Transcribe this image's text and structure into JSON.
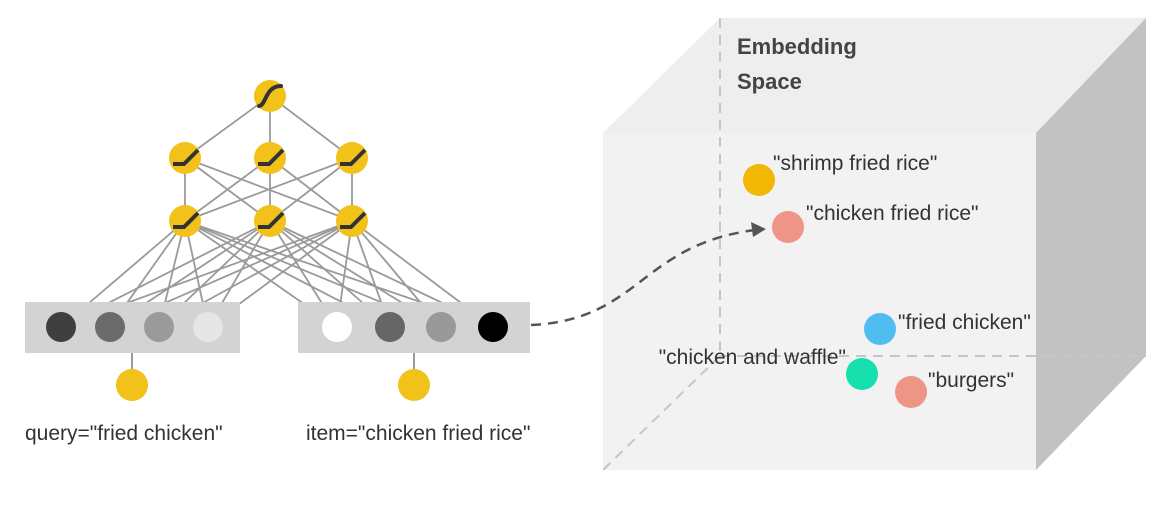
{
  "title": "Embedding\nSpace",
  "inputs": {
    "query_label": "query=\"fried chicken\"",
    "item_label": "item=\"chicken fried rice\""
  },
  "input_vectors": {
    "query": [
      "#3f3f3f",
      "#6b6b6b",
      "#9a9a9a",
      "#e6e6e6"
    ],
    "item": [
      "#ffffff",
      "#666666",
      "#999999",
      "#000000"
    ]
  },
  "network": {
    "output_activation": "sigmoid",
    "hidden_activation": "relu",
    "hidden_layers": [
      3,
      3
    ],
    "outputs": 1
  },
  "embedding_points": [
    {
      "label": "\"shrimp fried rice\"",
      "color": "#f2b705"
    },
    {
      "label": "\"chicken fried rice\"",
      "color": "#ee9588"
    },
    {
      "label": "\"fried chicken\"",
      "color": "#4fbdf2"
    },
    {
      "label": "\"chicken and waffle\"",
      "color": "#16e0ad"
    },
    {
      "label": "\"burgers\"",
      "color": "#ee9588"
    }
  ],
  "colors": {
    "node_fill": "#f2c21b",
    "activation_stroke": "#333333",
    "edge": "#9a9a9a",
    "vector_bg": "#d3d3d3",
    "cube_front": "#f2f2f2",
    "cube_top": "#eeeeee",
    "cube_side": "#c2c2c2"
  }
}
